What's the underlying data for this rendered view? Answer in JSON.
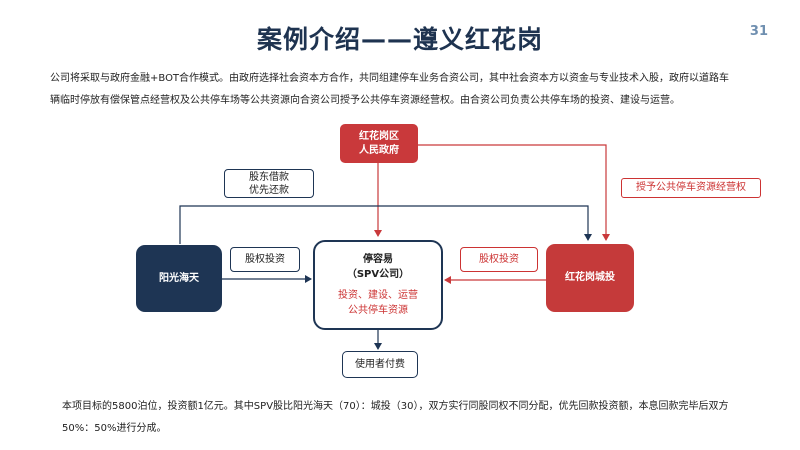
{
  "slide": {
    "title": "案例介绍——遵义红花岗",
    "page_number": "31",
    "intro_line1": "公司将采取与政府金融+BOT合作模式。由政府选择社会资本方合作，共同组建停车业务合资公司，其中社会资本方以资金与专业技术入股，政府以道路车",
    "intro_line2": "辆临时停放有偿保管点经营权及公共停车场等公共资源向合资公司授予公共停车资源经营权。由合资公司负责公共停车场的投资、建设与运营。",
    "footer_line1": "本项目标的5800泊位，投资额1亿元。其中SPV股比阳光海天（70）：城投（30），双方实行同股同权不同分配，优先回款投资额，本息回款完毕后双方",
    "footer_line2": "50%：50%进行分成。"
  },
  "diagram": {
    "gov_line1": "红花岗区",
    "gov_line2": "人民政府",
    "loan_line1": "股东借款",
    "loan_line2": "优先还款",
    "grant_label": "授予公共停车资源经营权",
    "yangguang": "阳光海天",
    "equity_left": "股权投资",
    "spv_line1": "停容易",
    "spv_line2": "（SPV公司）",
    "spv_sub1": "投资、建设、运营",
    "spv_sub2": "公共停车资源",
    "equity_right": "股权投资",
    "chengtou": "红花岗城投",
    "user_fee": "使用者付费"
  },
  "colors": {
    "navy": "#1e3554",
    "red": "#c9393b"
  }
}
